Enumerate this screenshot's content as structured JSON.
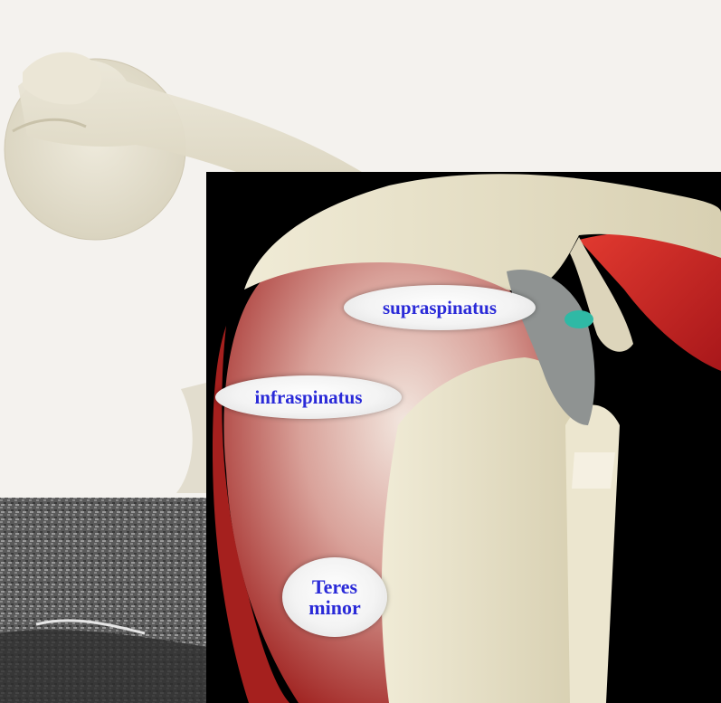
{
  "labels": {
    "supraspinatus": "supraspinatus",
    "infraspinatus": "infraspinatus",
    "teres_minor": "Teres\nminor"
  },
  "colors": {
    "background": "#f4f2ee",
    "panel": "#000000",
    "muscle": "#b8302e",
    "bone": "#e8e2c8",
    "label_text": "#2a2ad8"
  }
}
